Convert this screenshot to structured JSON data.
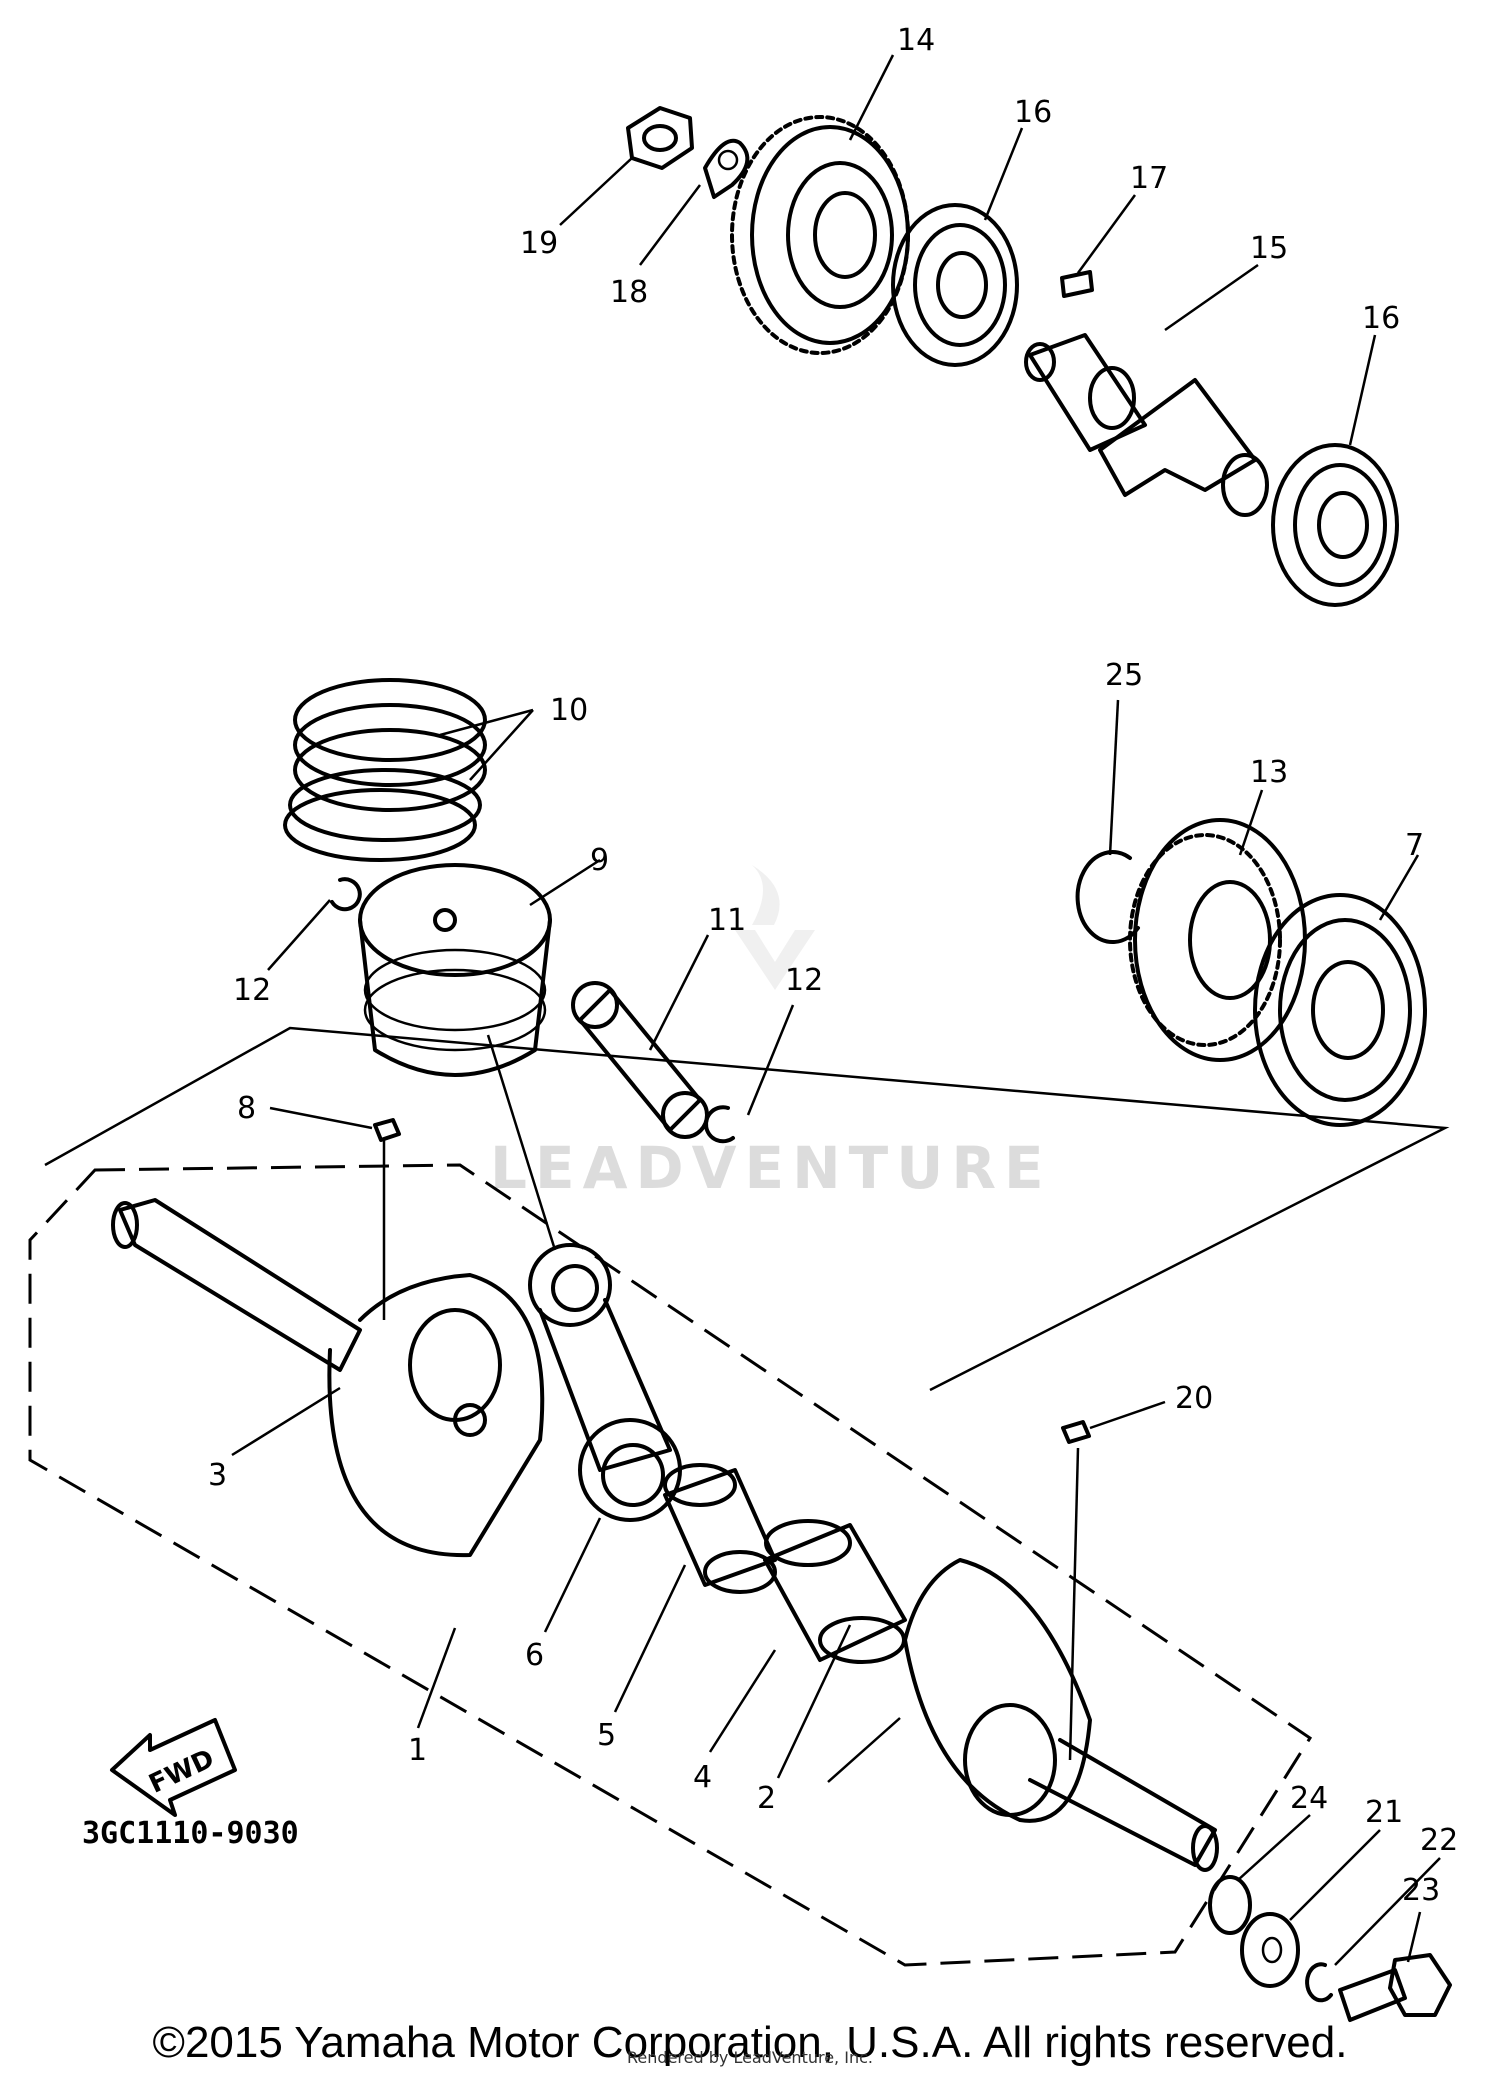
{
  "diagram_code": "3GC1110-9030",
  "fwd_label": "FWD",
  "watermark": "LEADVENTURE",
  "copyright": "©2015 Yamaha Motor Corporation, U.S.A. All rights reserved.",
  "rendered_by": "Rendered by LeadVenture, Inc.",
  "callouts": {
    "c1": "1",
    "c2": "2",
    "c3": "3",
    "c4": "4",
    "c5": "5",
    "c6": "6",
    "c7": "7",
    "c8": "8",
    "c9": "9",
    "c10": "10",
    "c11": "11",
    "c12a": "12",
    "c12b": "12",
    "c13": "13",
    "c14": "14",
    "c15": "15",
    "c16a": "16",
    "c16b": "16",
    "c17": "17",
    "c18": "18",
    "c19": "19",
    "c20": "20",
    "c21": "21",
    "c22": "22",
    "c23": "23",
    "c24": "24",
    "c25": "25"
  }
}
